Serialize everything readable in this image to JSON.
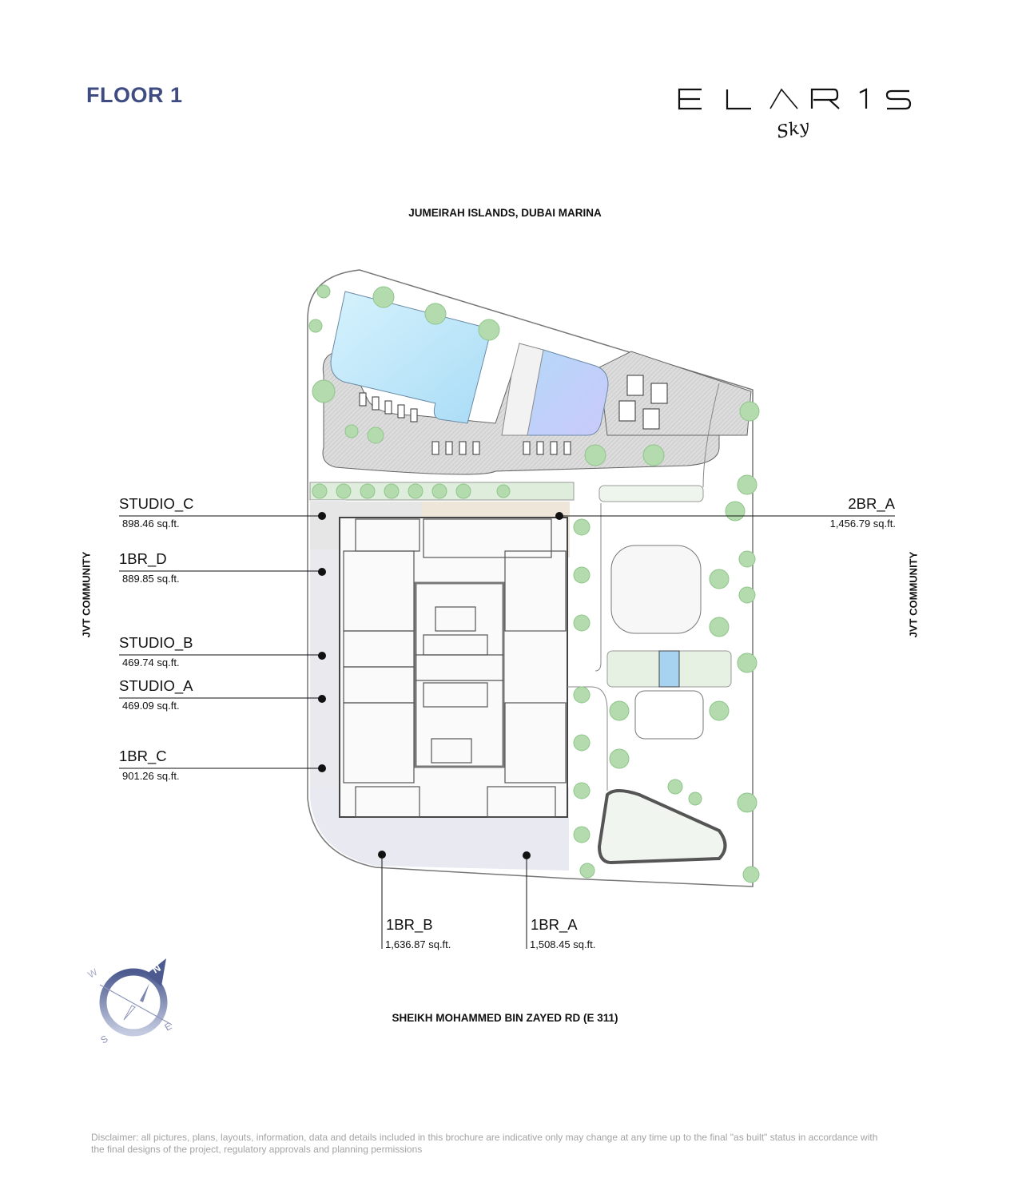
{
  "header": {
    "floor_title": "FLOOR 1",
    "logo_text": "ELARIS",
    "logo_subtext": "Sky"
  },
  "surroundings": {
    "north": "JUMEIRAH ISLANDS, DUBAI MARINA",
    "south": "SHEIKH MOHAMMED BIN ZAYED RD (E 311)",
    "west": "JVT COMMUNITY",
    "east": "JVT COMMUNITY"
  },
  "units": [
    {
      "name": "STUDIO_C",
      "area": "898.46 sq.ft."
    },
    {
      "name": "1BR_D",
      "area": "889.85 sq.ft."
    },
    {
      "name": "STUDIO_B",
      "area": "469.74 sq.ft."
    },
    {
      "name": "STUDIO_A",
      "area": "469.09 sq.ft."
    },
    {
      "name": "1BR_C",
      "area": "901.26 sq.ft."
    },
    {
      "name": "2BR_A",
      "area": "1,456.79 sq.ft."
    },
    {
      "name": "1BR_B",
      "area": "1,636.87 sq.ft."
    },
    {
      "name": "1BR_A",
      "area": "1,508.45 sq.ft."
    }
  ],
  "compass": {
    "n": "N",
    "e": "E",
    "s": "S",
    "w": "W"
  },
  "disclaimer": "Disclaimer: all pictures, plans, layouts, information, data and details included in this brochure are indicative only may change at any time up to the final \"as built\" status in accordance with the final designs of the project, regulatory approvals and planning permissions",
  "colors": {
    "title": "#3e4c82",
    "pool": "#bfe6fb",
    "terrace": "#e8e9ef",
    "unit_highlight": "#efe6da",
    "greenery": "#a9d5a4"
  }
}
